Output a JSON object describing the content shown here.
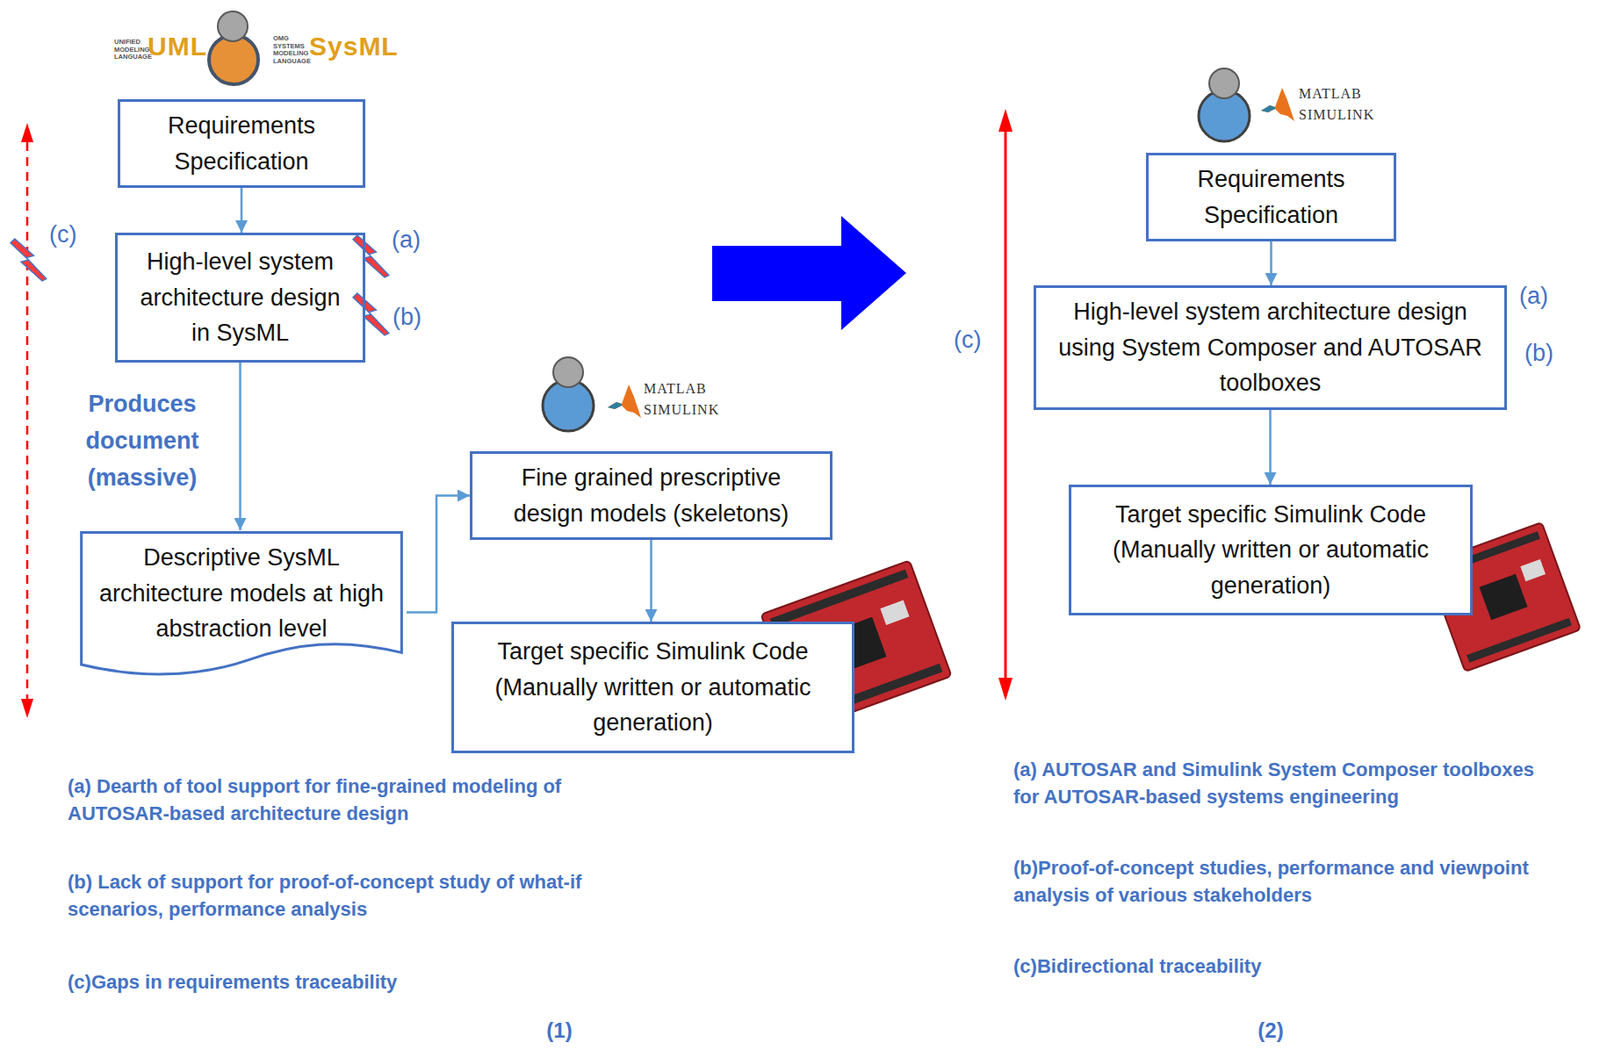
{
  "diagram": {
    "nodes": [
      {
        "text": [
          "Requirements Specification"
        ]
      },
      {
        "text": [
          "High-level system architecture design in SysML"
        ]
      },
      {
        "text": [
          "Descriptive SysML architecture models at high abstraction level"
        ]
      },
      {
        "text": [
          "Fine grained prescriptive design models (skeletons)"
        ]
      },
      {
        "text": [
          "Target specific Simulink Code (Manually written or automatic generation)"
        ]
      },
      {
        "text": [
          "Requirements Specification"
        ]
      },
      {
        "text": [
          "High-level system architecture design using System Composer and AUTOSAR toolboxes"
        ]
      },
      {
        "text": [
          "Target specific Simulink Code (Manually written or automatic generation)"
        ]
      }
    ],
    "edges": [
      {
        "from": 0,
        "to": 1,
        "arrow": "to"
      },
      {
        "from": 1,
        "to": 2,
        "label": "Produces document (massive)",
        "arrow": "to"
      },
      {
        "from": 2,
        "to": 3,
        "arrow": "to"
      },
      {
        "from": 3,
        "to": 4,
        "arrow": "to"
      },
      {
        "from": 5,
        "to": 6,
        "arrow": "to"
      },
      {
        "from": 6,
        "to": 7,
        "arrow": "to"
      }
    ],
    "labels": [
      "UNIFIED MODELING LANGUAGE",
      "UML",
      "OMG SYSTEMS MODELING LANGUAGE",
      "SysML",
      "(a)",
      "(b)",
      "(c)",
      "MATLAB",
      "SIMULINK",
      "(a) Dearth of tool support for fine-grained modeling of AUTOSAR-based architecture design",
      "(b) Lack of support for proof-of-concept study of what-if scenarios, performance analysis",
      "(c)Gaps in requirements traceability",
      "(1)",
      "MATLAB",
      "SIMULINK",
      "(c)",
      "(a)",
      "(b)",
      "(a) AUTOSAR and Simulink System Composer toolboxes for AUTOSAR-based systems engineering",
      "(b)Proof-of-concept studies, performance and viewpoint analysis of various stakeholders",
      "(c)Bidirectional traceability",
      "(2)"
    ]
  }
}
